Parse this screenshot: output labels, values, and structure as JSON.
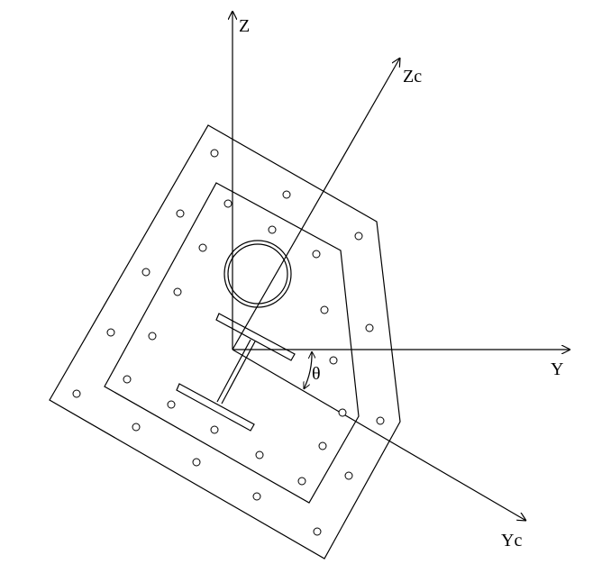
{
  "labels": {
    "z_axis": "Z",
    "zc_axis": "Zc",
    "y_axis": "Y",
    "yc_axis": "Yc",
    "angle": "θ"
  },
  "colors": {
    "stroke": "#000000",
    "background": "#ffffff"
  }
}
